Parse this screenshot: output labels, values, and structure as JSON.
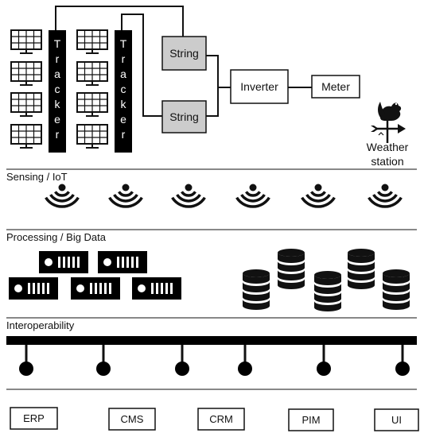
{
  "diagram": {
    "trackers": [
      "Tracker",
      "Tracker"
    ],
    "strings": [
      "String",
      "String"
    ],
    "inverter": "Inverter",
    "meter": "Meter",
    "weather_station": [
      "Weather",
      "station"
    ],
    "sections": {
      "sensing": "Sensing / IoT",
      "processing": "Processing / Big Data",
      "interop": "Interoperability"
    },
    "applications": [
      "ERP",
      "CMS",
      "CRM",
      "PIM",
      "UI"
    ],
    "icons": {
      "panel": "solar-panel-icon",
      "sensor": "wireless-sensor-icon",
      "server": "server-rack-icon",
      "database": "database-icon",
      "weather": "weather-vane-icon"
    },
    "colors": {
      "line": "#111111",
      "string_fill": "#cccccc",
      "panel_fill": "#ffffff"
    }
  }
}
